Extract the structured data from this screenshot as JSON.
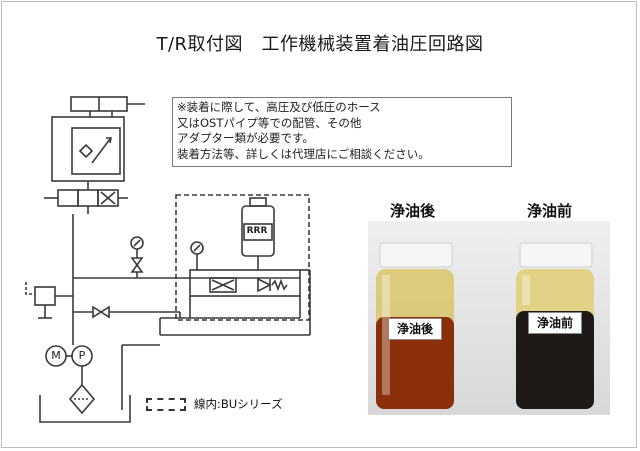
{
  "title": "T/R取付図　工作機械装置着油圧回路図",
  "note": {
    "lines": [
      "※装着に際して、高圧及び低圧のホース",
      "又はOSTパイプ等での配管、その他",
      "アダプター類が必要です。",
      "装着方法等、詳しくは代理店にご相談ください。"
    ]
  },
  "photo": {
    "label_left": "浄油後",
    "label_right": "浄油前",
    "jar_left_label": "浄油後",
    "jar_right_label": "浄油前"
  },
  "legend": {
    "text": "線内:BUシリーズ"
  },
  "diagram": {
    "motor_letter": "M",
    "pump_letter": "P",
    "filter_logo": "RRR"
  },
  "colors": {
    "line": "#3a3a3a",
    "oil_clean": "#8a2f0a",
    "oil_dirty": "#1e1a17",
    "oil_top": "#d9c56a"
  }
}
